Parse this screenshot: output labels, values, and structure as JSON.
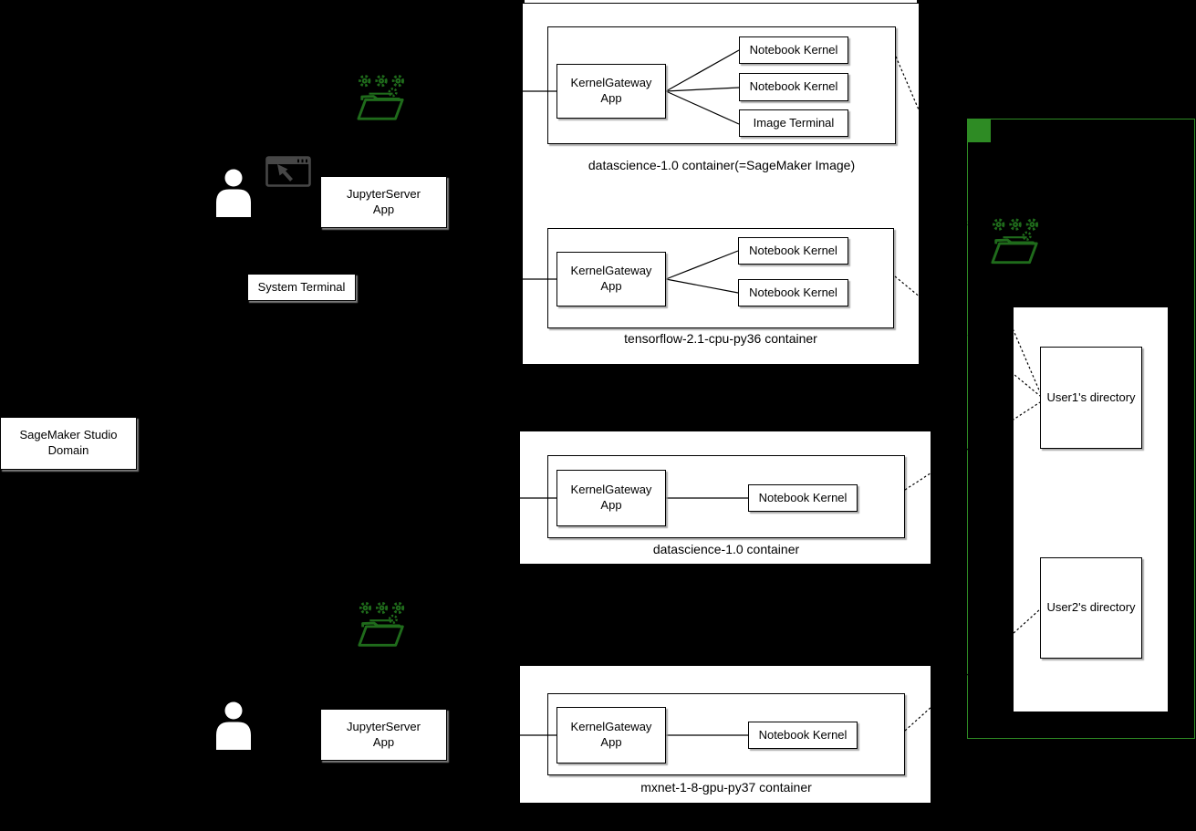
{
  "colors": {
    "background": "#000000",
    "panel": "#ffffff",
    "connector": "#000000",
    "efs_green": "#2e8b24",
    "folder_icon_green": "#1f6b1b",
    "browser_icon_gray": "#474747",
    "person_white": "#ffffff"
  },
  "domain_box": {
    "label": "SageMaker Studio Domain"
  },
  "user1": {
    "jupyter_server_label": "JupyterServer App",
    "system_terminal_label": "System Terminal"
  },
  "user2": {
    "jupyter_server_label": "JupyterServer App"
  },
  "instances": [
    {
      "containers": [
        {
          "gateway_label": "KernelGateway App",
          "children": [
            "Notebook Kernel",
            "Notebook Kernel",
            "Image Terminal"
          ],
          "caption": "datascience-1.0 container(=SageMaker Image)"
        },
        {
          "gateway_label": "KernelGateway App",
          "children": [
            "Notebook Kernel",
            "Notebook Kernel"
          ],
          "caption": "tensorflow-2.1-cpu-py36 container"
        }
      ]
    },
    {
      "containers": [
        {
          "gateway_label": "KernelGateway App",
          "children": [
            "Notebook Kernel"
          ],
          "caption": "datascience-1.0 container"
        }
      ]
    },
    {
      "containers": [
        {
          "gateway_label": "KernelGateway App",
          "children": [
            "Notebook Kernel"
          ],
          "caption": "mxnet-1-8-gpu-py37 container"
        }
      ]
    }
  ],
  "efs": {
    "directories": [
      {
        "label": "User1's directory"
      },
      {
        "label": "User2's directory"
      }
    ]
  },
  "icons": {
    "folder_gears": "folder-with-gears (EFS storage)",
    "person": "user-silhouette",
    "browser": "browser-window-with-cursor"
  }
}
